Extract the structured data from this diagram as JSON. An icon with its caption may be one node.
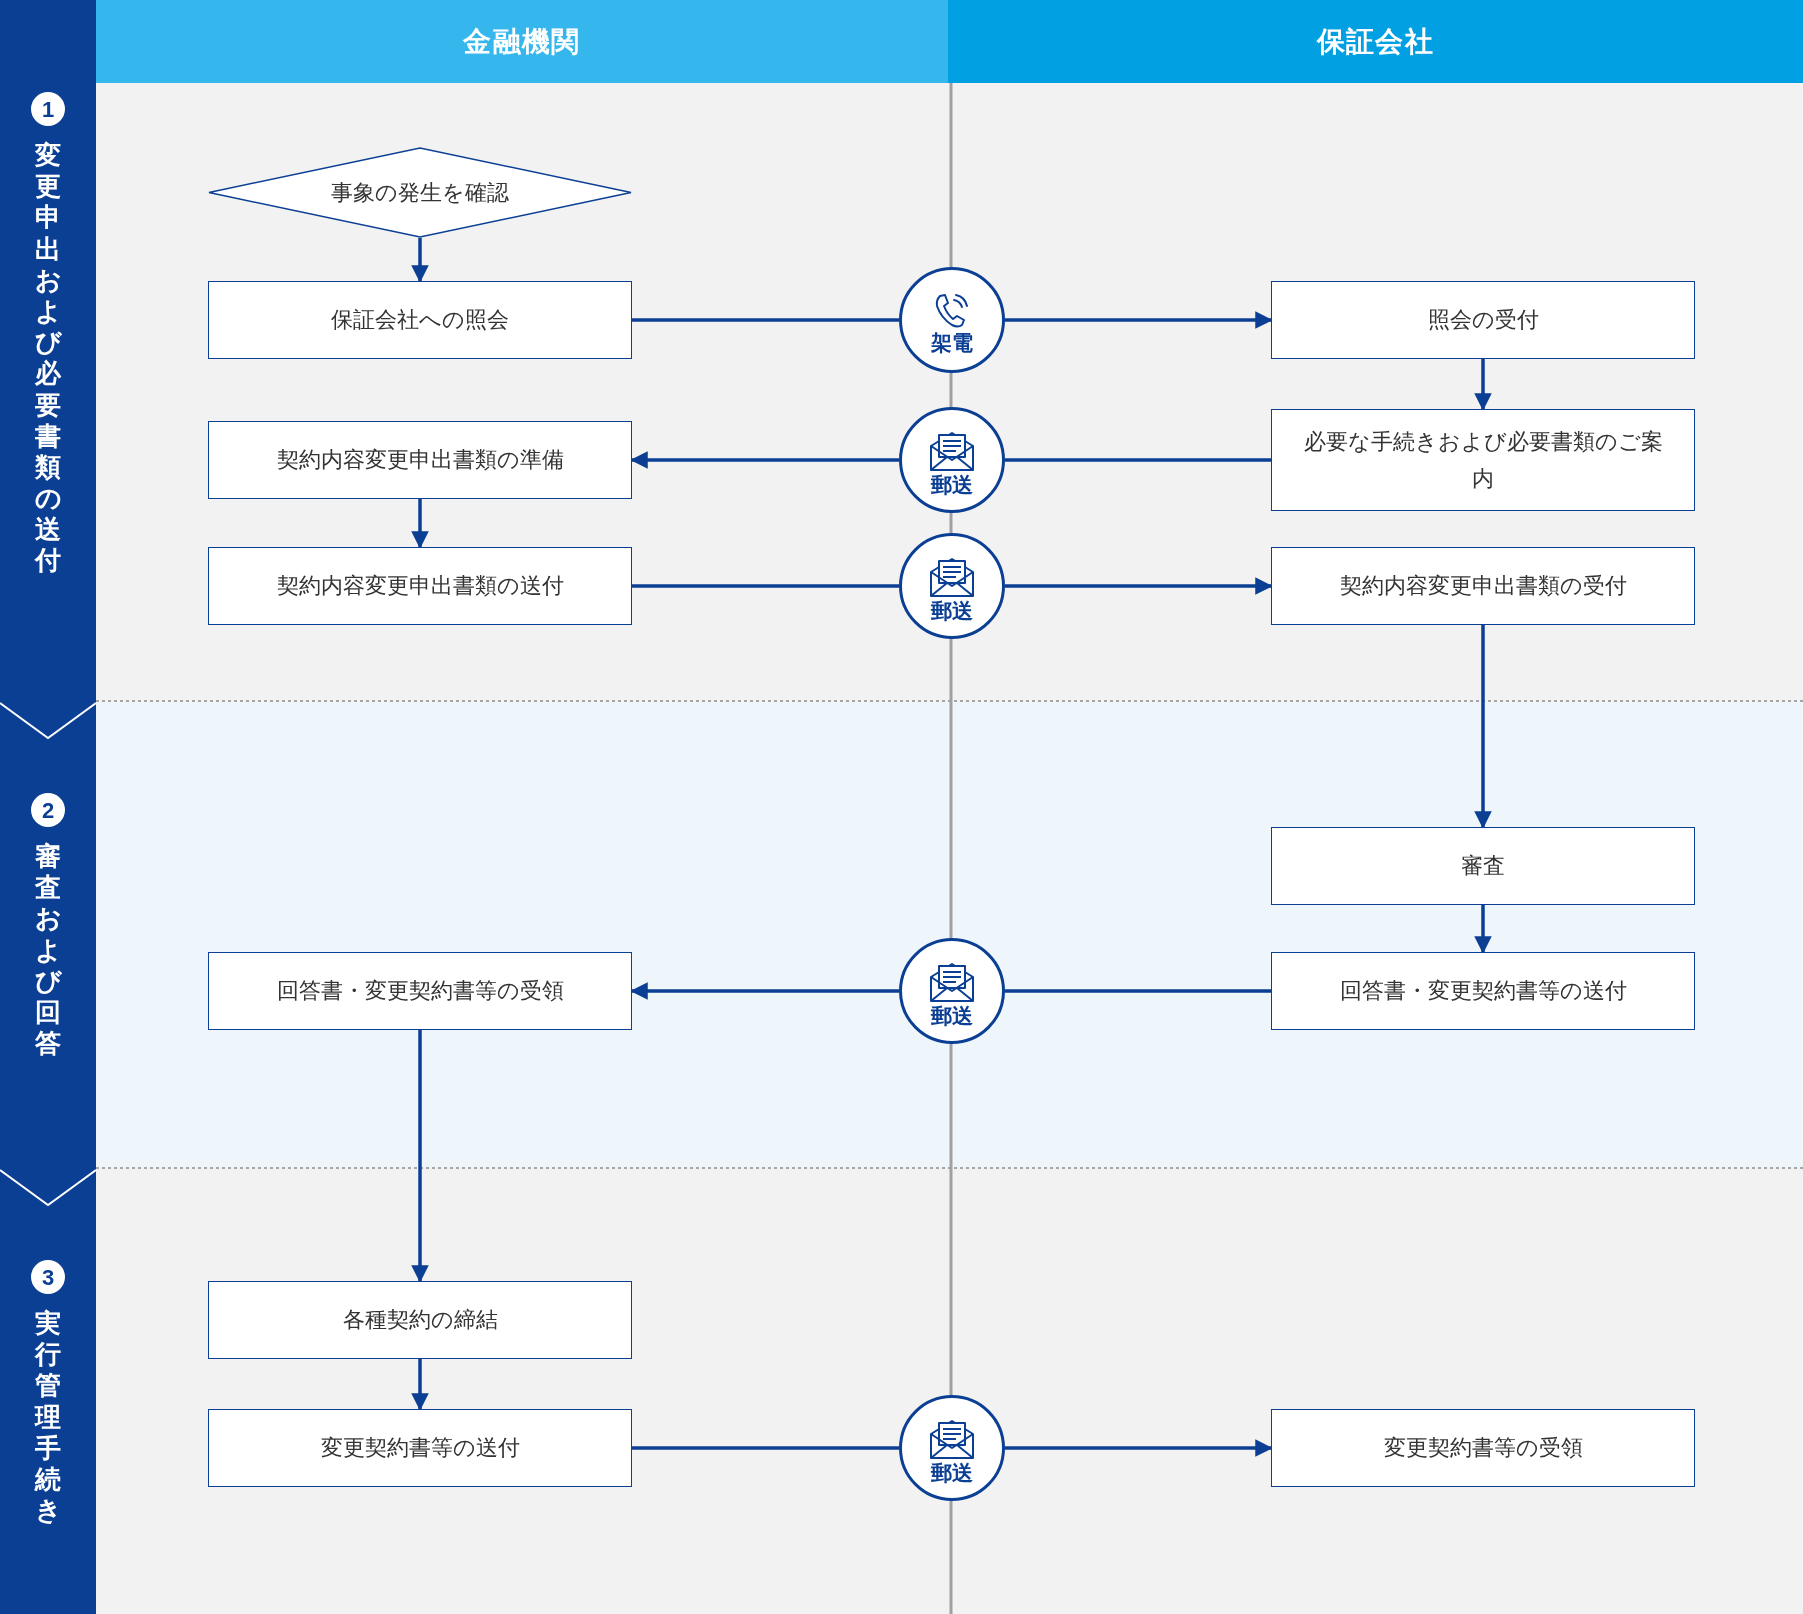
{
  "diagram": {
    "nodes": [
      {
        "text": [
          "金融機関"
        ]
      },
      {
        "text": [
          "保証会社"
        ]
      },
      {
        "text": [
          "1",
          "変更申出および必要書類の送付"
        ]
      },
      {
        "text": [
          "2",
          "審査および回答"
        ]
      },
      {
        "text": [
          "3",
          "実行管理手続き"
        ]
      },
      {
        "text": [
          "事象の発生を確認"
        ]
      },
      {
        "text": [
          "保証会社への照会"
        ]
      },
      {
        "text": [
          "架電"
        ]
      },
      {
        "text": [
          "照会の受付"
        ]
      },
      {
        "text": [
          "契約内容変更申出書類の準備"
        ]
      },
      {
        "text": [
          "郵送"
        ]
      },
      {
        "text": [
          "必要な手続きおよび必要書類のご案内"
        ]
      },
      {
        "text": [
          "契約内容変更申出書類の送付"
        ]
      },
      {
        "text": [
          "郵送"
        ]
      },
      {
        "text": [
          "契約内容変更申出書類の受付"
        ]
      },
      {
        "text": [
          "審査"
        ]
      },
      {
        "text": [
          "回答書・変更契約書等の受領"
        ]
      },
      {
        "text": [
          "郵送"
        ]
      },
      {
        "text": [
          "回答書・変更契約書等の送付"
        ]
      },
      {
        "text": [
          "各種契約の締結"
        ]
      },
      {
        "text": [
          "変更契約書等の送付"
        ]
      },
      {
        "text": [
          "郵送"
        ]
      },
      {
        "text": [
          "変更契約書等の受領"
        ]
      }
    ],
    "edges": [
      {
        "from": 5,
        "to": 6,
        "arrow": "to"
      },
      {
        "from": 6,
        "to": 7,
        "arrow": "none"
      },
      {
        "from": 7,
        "to": 8,
        "arrow": "to"
      },
      {
        "from": 8,
        "to": 11,
        "arrow": "to"
      },
      {
        "from": 11,
        "to": 10,
        "arrow": "none"
      },
      {
        "from": 10,
        "to": 9,
        "arrow": "to"
      },
      {
        "from": 9,
        "to": 12,
        "arrow": "to"
      },
      {
        "from": 12,
        "to": 13,
        "arrow": "none"
      },
      {
        "from": 13,
        "to": 14,
        "arrow": "to"
      },
      {
        "from": 14,
        "to": 15,
        "arrow": "to"
      },
      {
        "from": 15,
        "to": 18,
        "arrow": "to"
      },
      {
        "from": 18,
        "to": 17,
        "arrow": "none"
      },
      {
        "from": 17,
        "to": 16,
        "arrow": "to"
      },
      {
        "from": 16,
        "to": 19,
        "arrow": "to"
      },
      {
        "from": 19,
        "to": 20,
        "arrow": "to"
      },
      {
        "from": 20,
        "to": 21,
        "arrow": "none"
      },
      {
        "from": 21,
        "to": 22,
        "arrow": "to"
      }
    ]
  }
}
